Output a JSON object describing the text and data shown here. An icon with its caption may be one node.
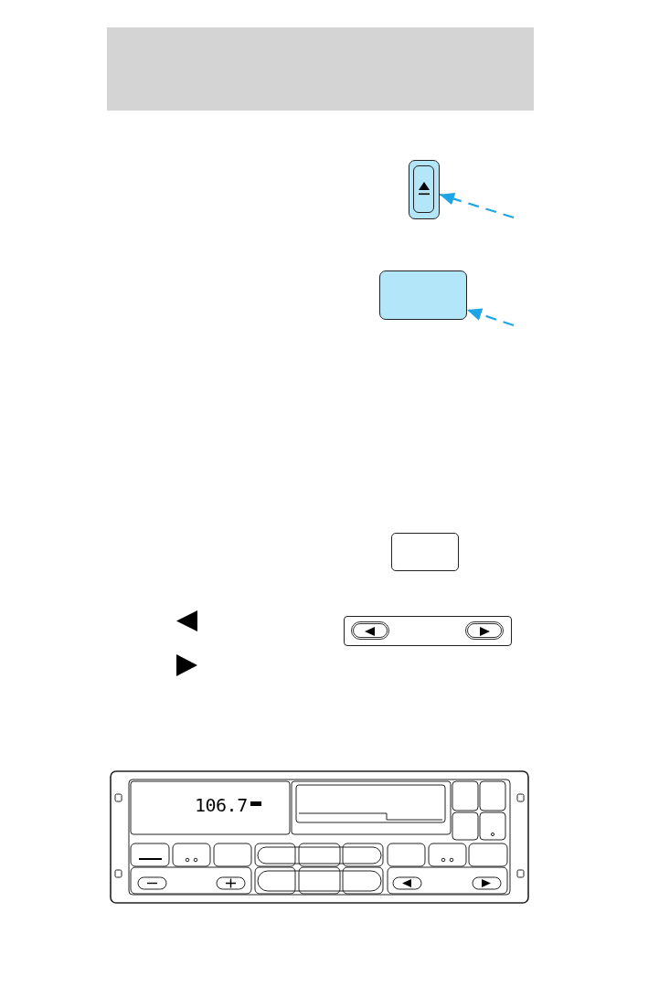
{
  "diagram": {
    "nodes": [
      {
        "text": [],
        "shape": "box"
      },
      {
        "text": [],
        "shape": "box"
      }
    ],
    "edges": [
      {
        "from": null,
        "to": 0,
        "arrow": "to",
        "style": "dashed"
      },
      {
        "from": null,
        "to": 1,
        "arrow": "to",
        "style": "dashed"
      }
    ],
    "labels": [
      "106.7"
    ]
  }
}
